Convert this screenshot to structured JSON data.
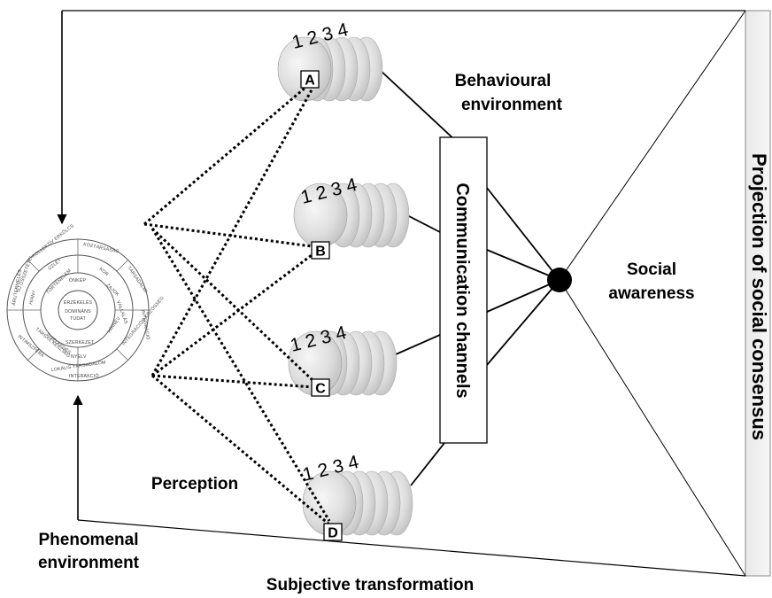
{
  "labels": {
    "behavioural_env_1": "Behavioural",
    "behavioural_env_2": "environment",
    "communication_channels": "Communication channels",
    "social_awareness_1": "Social",
    "social_awareness_2": "awareness",
    "projection": "Projection of social consensus",
    "perception": "Perception",
    "phenomenal_env_1": "Phenomenal",
    "phenomenal_env_2": "environment",
    "subjective_transformation": "Subjective transformation"
  },
  "stacks": [
    {
      "id": "A",
      "numbers": "1 2 3 4"
    },
    {
      "id": "B",
      "numbers": "1 2 3 4"
    },
    {
      "id": "C",
      "numbers": "1 2 3 4"
    },
    {
      "id": "D",
      "numbers": "1 2 3 4"
    }
  ],
  "circle_diagram": {
    "ring_outer": [
      "KOLLEKTÍV ERKÖLCS",
      "KÖZTÁRSASÁG",
      "TÁRSADALMI",
      "INTEGRÁCIÓ",
      "INTERAKCIÓ",
      "LOKÁLIS TÁRSADALOM",
      "INTEGRÁCIÓS KÖZÖSSÉG",
      "INTIMSZFÉRA",
      "ÁRUTERMELÉS",
      "ÚJ ÖSSZETÉTEL"
    ],
    "ring_middle": [
      "ÜZLET",
      "KOR",
      "ZAJOK",
      "VÁLLALÁS",
      "HÍRNÉV",
      "NYELV",
      "TÁRSAS KÉSZSÉG",
      "HIÁNY"
    ],
    "ring_inner": [
      "ÖNKÉP",
      "TÖRTÉNELEM",
      "SZERKEZET",
      "VISELKEDÉS"
    ],
    "center_1": "ÉRZÉKELÉS",
    "center_2": "DOMINÁNS",
    "center_3": "TUDAT"
  }
}
